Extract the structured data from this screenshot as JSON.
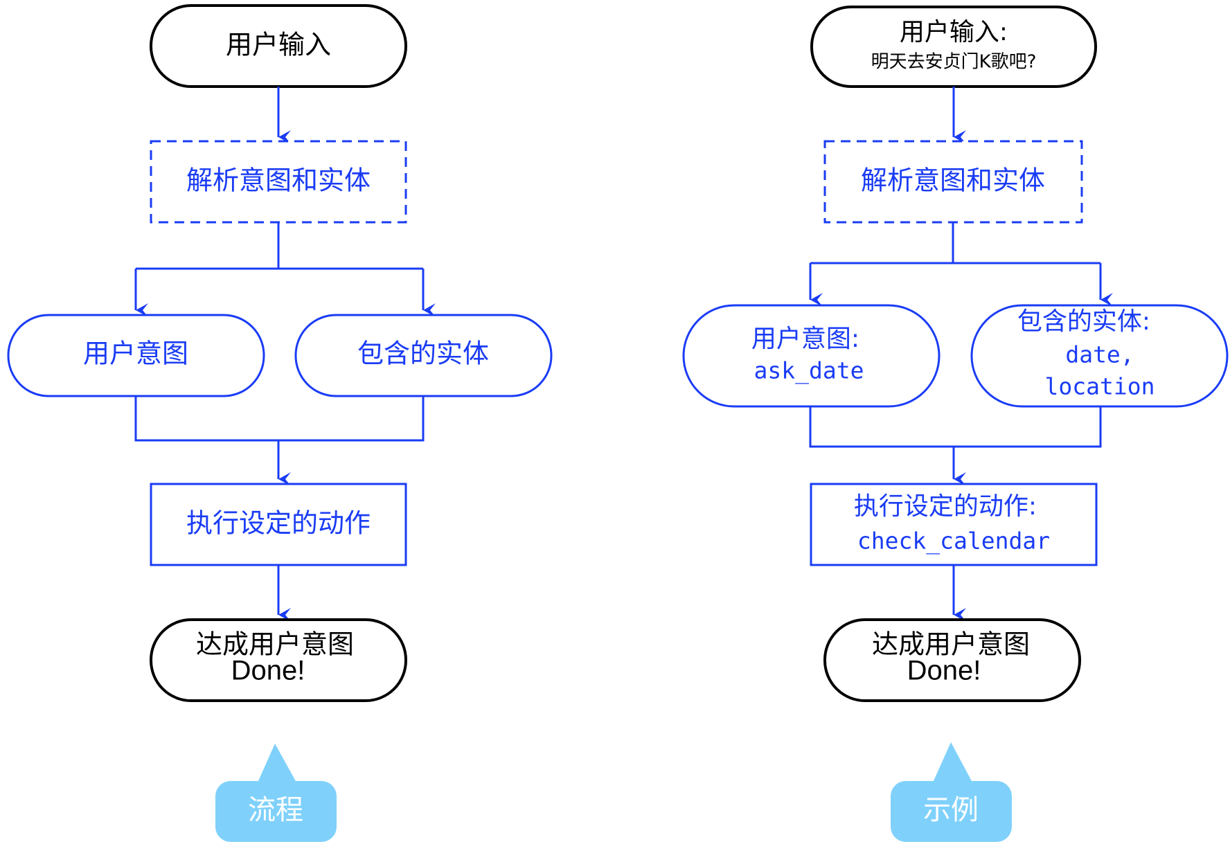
{
  "colors": {
    "blue": "#1a3cf5",
    "black": "#000000",
    "tag_bg": "#7fd1fb",
    "tag_text": "#ffffff"
  },
  "flow": {
    "start": "用户输入",
    "parse": "解析意图和实体",
    "intent": "用户意图",
    "entities": "包含的实体",
    "action": "执行设定的动作",
    "end_cn": "达成用户意图",
    "end_en": "Done!",
    "tag": "流程"
  },
  "example": {
    "start_title": "用户输入:",
    "start_text": "明天去安贞门K歌吧?",
    "parse": "解析意图和实体",
    "intent_title": "用户意图:",
    "intent_value": "ask_date",
    "entities_title": "包含的实体:",
    "entities_value_1": "date,",
    "entities_value_2": "location",
    "action_title": "执行设定的动作:",
    "action_value": "check_calendar",
    "end_cn": "达成用户意图",
    "end_en": "Done!",
    "tag": "示例"
  }
}
